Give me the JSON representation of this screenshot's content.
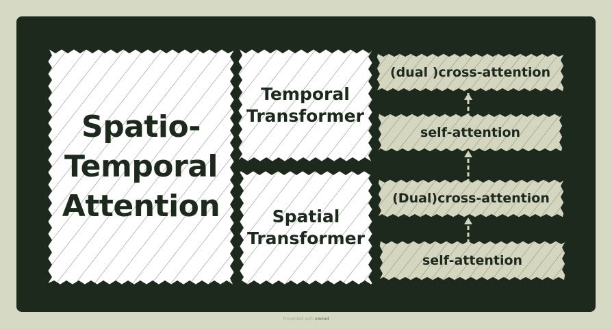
{
  "diagram": {
    "main_block": {
      "label": "Spatio-\nTemporal\nAttention"
    },
    "transformers": [
      {
        "label": "Temporal\nTransformer"
      },
      {
        "label": "Spatial\nTransformer"
      }
    ],
    "layers": [
      {
        "label": "(dual )cross-attention"
      },
      {
        "label": "self-attention"
      },
      {
        "label": "(Dual)cross-attention"
      },
      {
        "label": "self-attention"
      }
    ]
  },
  "colors": {
    "page_background": "#d6d9c4",
    "canvas_background": "#1e291e",
    "block_fill": "#ffffff",
    "layer_fill": "#d4d6c0",
    "text": "#1e291e"
  },
  "footer": {
    "prefix": "Presented with",
    "brand": "xmind"
  }
}
